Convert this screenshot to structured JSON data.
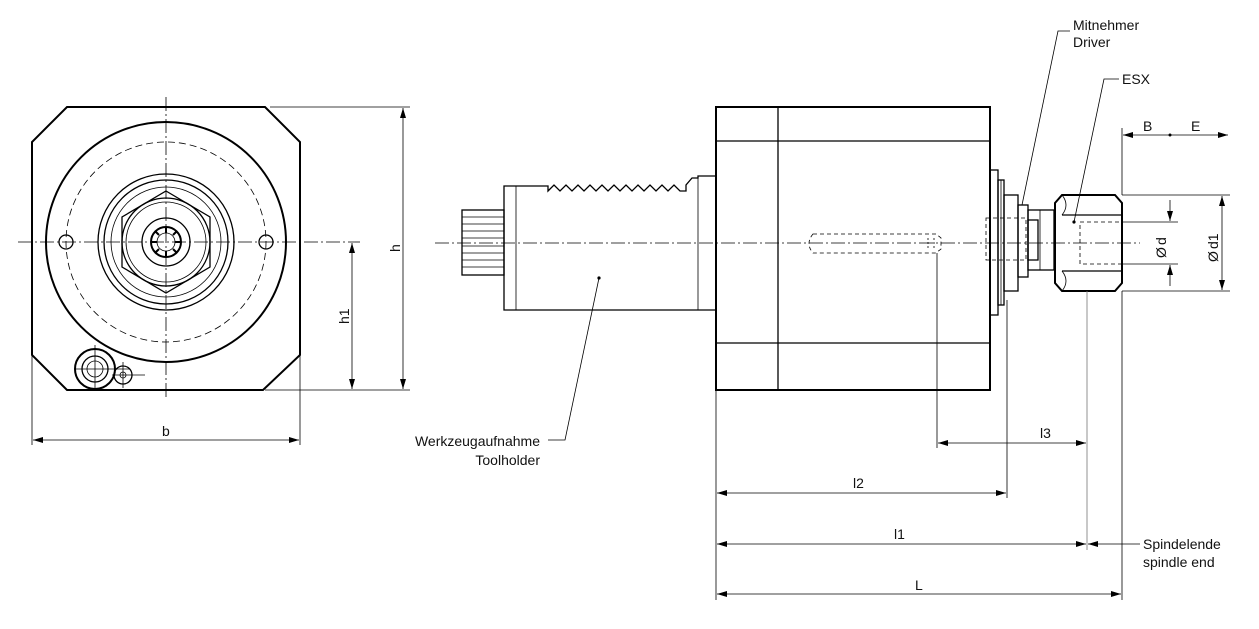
{
  "labels": {
    "mitnehmer": "Mitnehmer",
    "driver": "Driver",
    "esx": "ESX",
    "b_upper": "B",
    "e_upper": "E",
    "d": "d",
    "d1": "d1",
    "h": "h",
    "h1": "h1",
    "b_lower": "b",
    "werkzeugaufnahme": "Werkzeugaufnahme",
    "toolholder": "Toolholder",
    "l3": "l3",
    "l2": "l2",
    "l1": "l1",
    "L": "L",
    "spindelende": "Spindelende",
    "spindle_end": "spindle end",
    "diameter_symbol": "Ø"
  }
}
